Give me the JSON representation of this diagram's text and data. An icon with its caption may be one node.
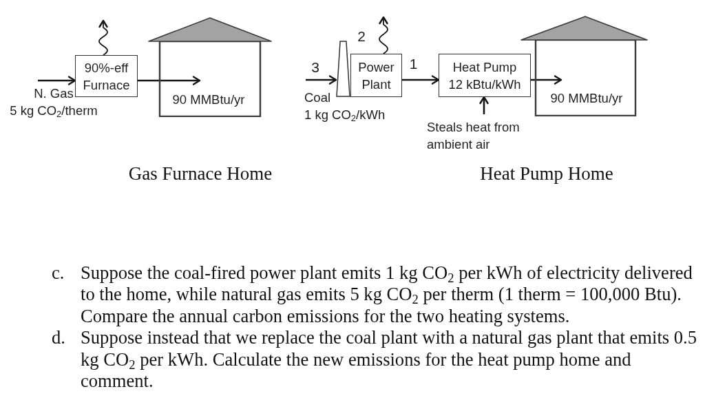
{
  "diagram": {
    "nodes": [
      {
        "text": [
          "N. Gas",
          "5 kg CO$_{2}$/therm"
        ]
      },
      {
        "text": [
          "90%-eff Furnace"
        ]
      },
      {
        "text": [
          "90 MMBtu/yr"
        ]
      },
      {
        "text": [
          "Coal",
          "1 kg CO$_{2}$/kWh"
        ]
      },
      {
        "text": [],
        "shape": "chimney"
      },
      {
        "text": [
          "Power Plant"
        ]
      },
      {
        "text": [
          "Heat Pump",
          "12 kBtu/kWh"
        ]
      },
      {
        "text": [
          "Steals heat from ambient air"
        ]
      },
      {
        "text": [
          "90 MMBtu/yr"
        ]
      }
    ],
    "edges": [
      {
        "from": 0,
        "to": 1,
        "arrow": "to"
      },
      {
        "from": 1,
        "to": null,
        "arrow": "to"
      },
      {
        "from": 1,
        "to": 2,
        "arrow": "to"
      },
      {
        "from": 3,
        "to": 4,
        "arrow": "to",
        "label": "3"
      },
      {
        "from": 5,
        "to": null,
        "arrow": "to",
        "label": "2"
      },
      {
        "from": 5,
        "to": 6,
        "arrow": "to",
        "label": "1"
      },
      {
        "from": 6,
        "to": 8,
        "arrow": "to"
      },
      {
        "from": 7,
        "to": 6,
        "arrow": "to"
      }
    ],
    "labels": [
      "Gas Furnace Home",
      "Heat Pump Home",
      "c.",
      "Suppose the coal-fired power plant emits 1 kg CO$_{2}$ per kWh of electricity delivered to the home, while natural gas emits 5 kg CO$_{2}$ per therm (1 therm = 100,000 Btu). Compare the annual carbon emissions for the two heating systems.",
      "d.",
      "Suppose instead that we replace the coal plant with a natural gas plant that emits 0.5 kg CO$_{2}$ per kWh. Calculate the new emissions for the heat pump home and comment."
    ]
  }
}
